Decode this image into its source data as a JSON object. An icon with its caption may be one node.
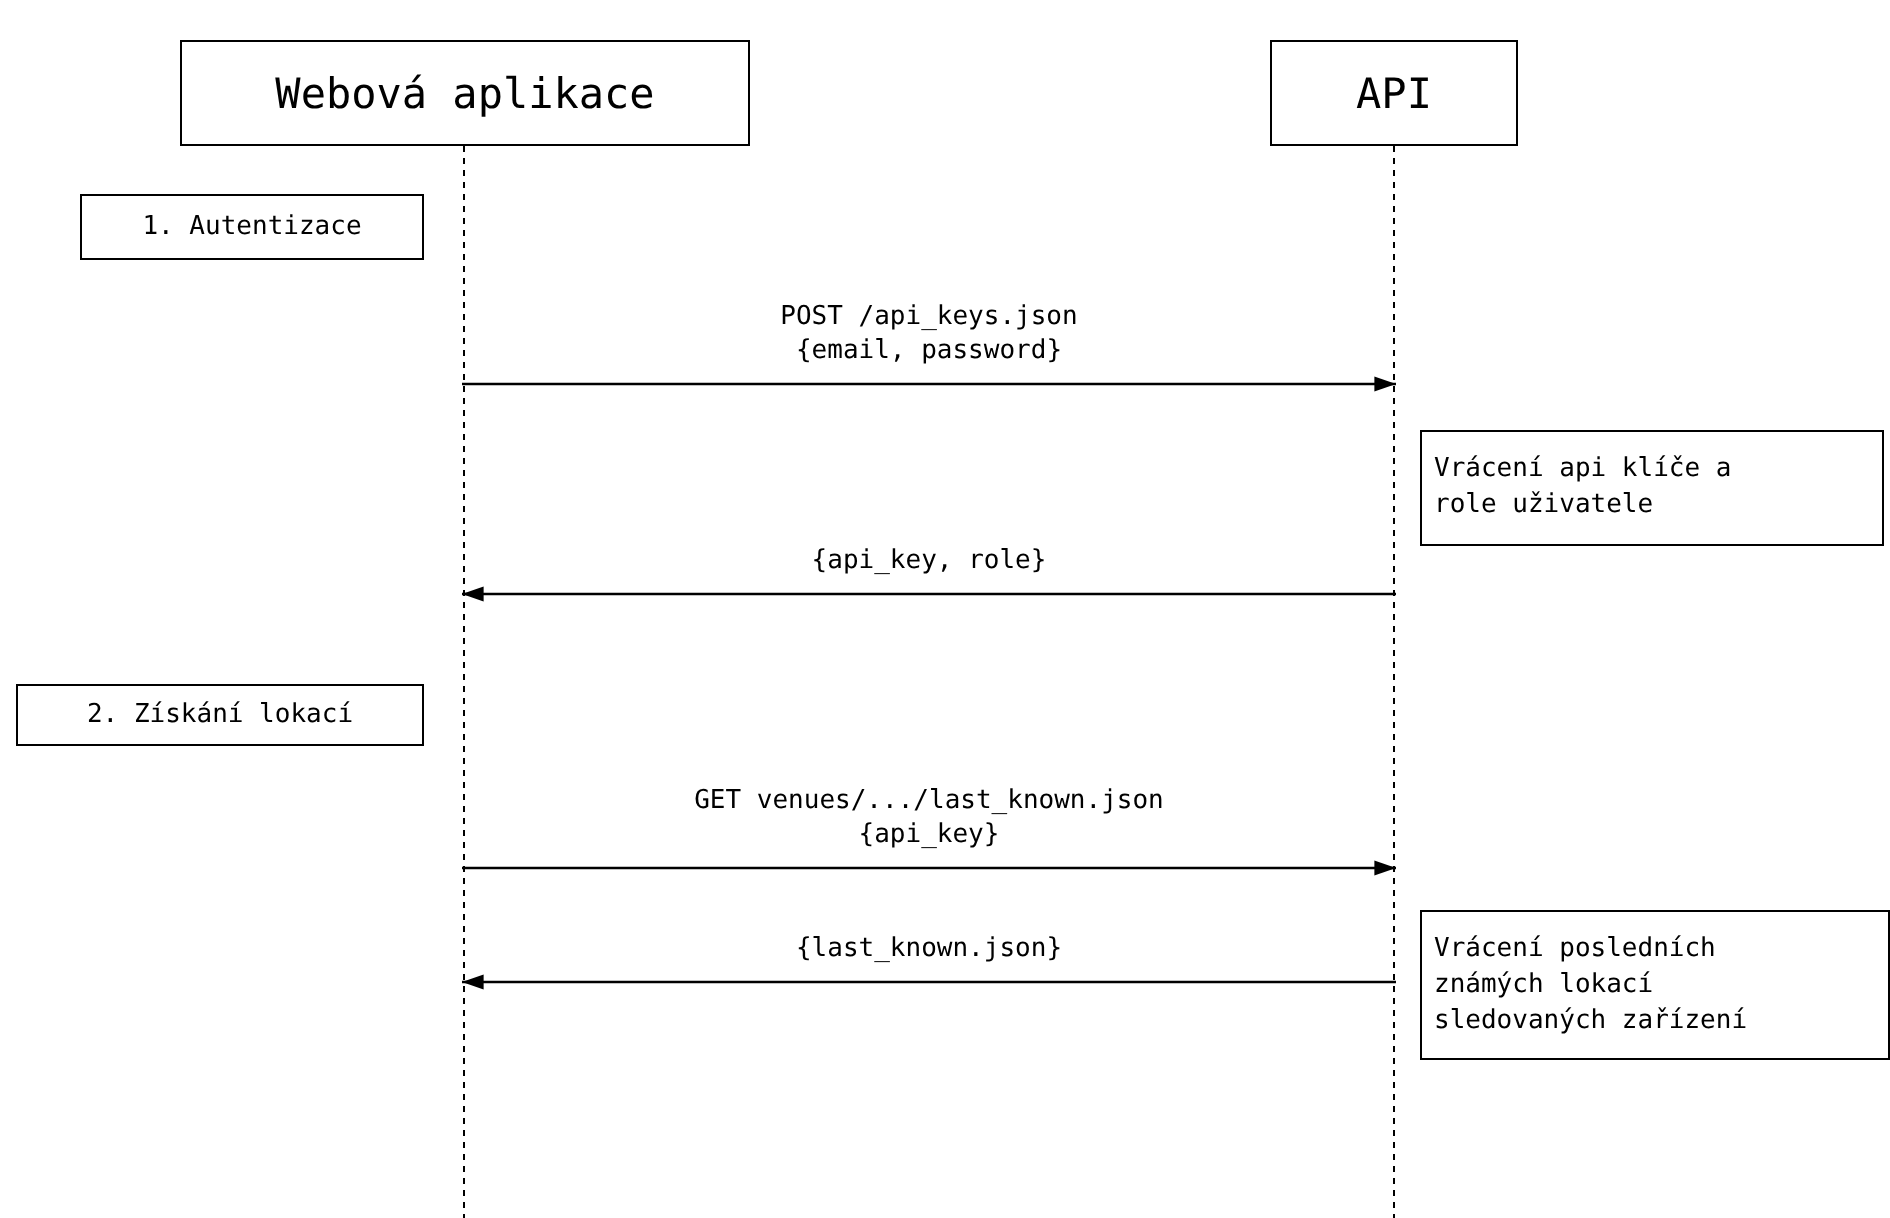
{
  "diagram": {
    "nodes": [
      {
        "text": [
          "Webová aplikace"
        ]
      },
      {
        "text": [
          "API"
        ]
      },
      {
        "text": [
          "1. Autentizace"
        ]
      },
      {
        "text": [
          "Vrácení api klíče a role uživatele"
        ]
      },
      {
        "text": [
          "2. Získání lokací"
        ]
      },
      {
        "text": [
          "Vrácení posledních známých lokací sledovaných zařízení"
        ]
      }
    ],
    "edges": [
      {
        "from": 0,
        "to": 1,
        "arrow": "to",
        "label": "POST /api_keys.json {email, password}"
      },
      {
        "from": 1,
        "to": 0,
        "arrow": "to",
        "label": "{api_key, role}"
      },
      {
        "from": 0,
        "to": 1,
        "arrow": "to",
        "label": "GET venues/.../last_known.json {api_key}"
      },
      {
        "from": 1,
        "to": 0,
        "arrow": "to",
        "label": "{last_known.json}"
      }
    ]
  }
}
